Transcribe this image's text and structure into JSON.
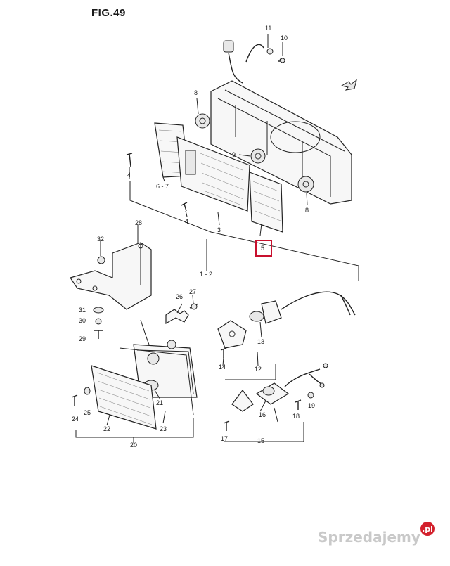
{
  "figure": {
    "title": "FIG.49",
    "highlight_color": "#c8102e"
  },
  "callouts": {
    "c1_2": "1 - 2",
    "c3": "3",
    "c4a": "4",
    "c4b": "4",
    "c5": "5",
    "c6_7": "6 - 7",
    "c8a": "8",
    "c8b": "8",
    "c9": "9",
    "c10": "10",
    "c11": "11",
    "c12": "12",
    "c13": "13",
    "c14": "14",
    "c15": "15",
    "c16": "16",
    "c17": "17",
    "c18": "18",
    "c19": "19",
    "c20": "20",
    "c21": "21",
    "c22": "22",
    "c23": "23",
    "c24": "24",
    "c25": "25",
    "c26": "26",
    "c27": "27",
    "c28": "28",
    "c29": "29",
    "c30": "30",
    "c31": "31",
    "c32": "32"
  },
  "watermark": {
    "text": "Sprzedajemy",
    "badge": ".pl",
    "badge_color": "#d3202c"
  }
}
